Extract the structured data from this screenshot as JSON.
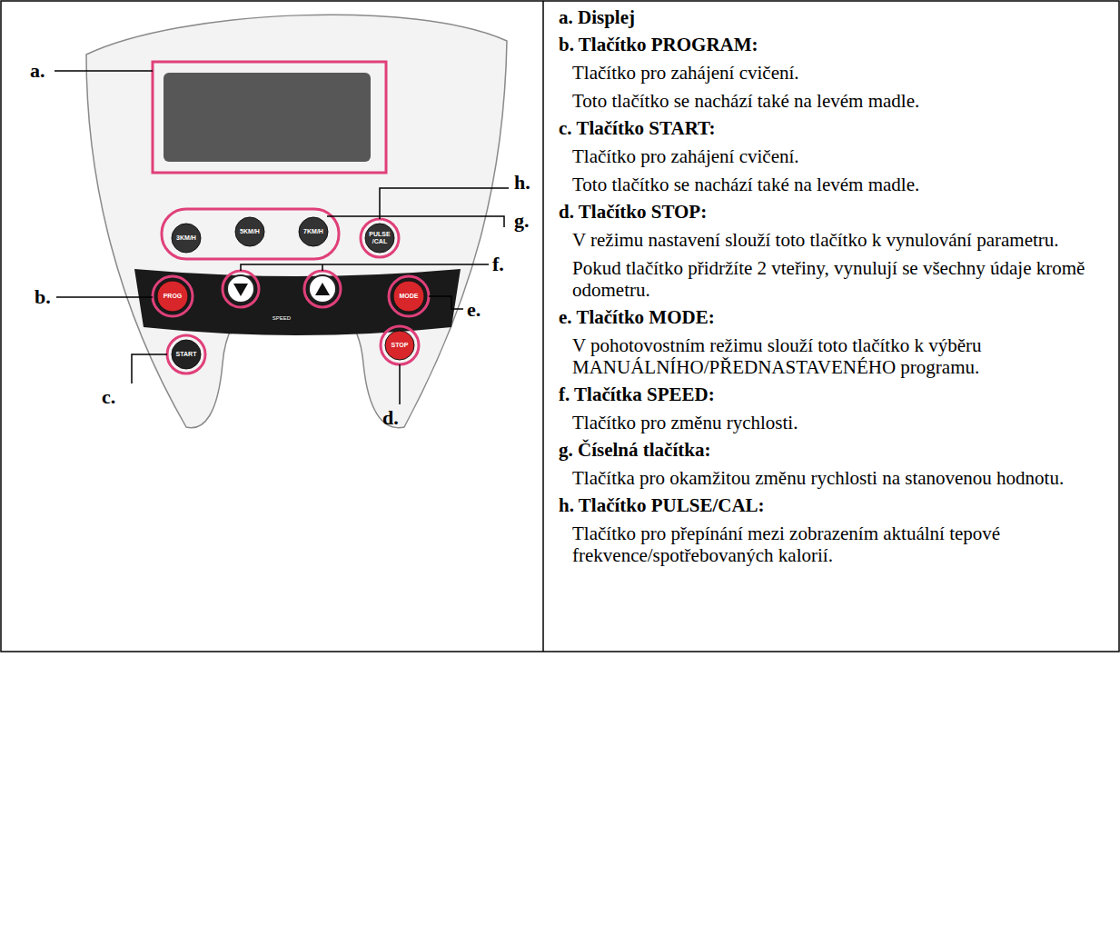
{
  "diagram": {
    "nodes": [
      {
        "text": [
          "3KM/H"
        ]
      },
      {
        "text": [
          "5KM/H"
        ]
      },
      {
        "text": [
          "7KM/H"
        ]
      },
      {
        "text": [
          "PULSE /CAL"
        ]
      },
      {
        "text": [
          "PROG"
        ]
      },
      {
        "text": [
          "MODE"
        ]
      },
      {
        "text": [
          "START"
        ]
      },
      {
        "text": [
          "STOP"
        ]
      }
    ],
    "labels": [
      "a.",
      "b.",
      "c.",
      "d.",
      "e.",
      "f.",
      "g.",
      "h.",
      "SPEED",
      "a. Displej",
      "b. Tlačítko PROGRAM:",
      "Tlačítko pro zahájení cvičení.",
      "Toto tlačítko se nachází také na levém madle.",
      "c. Tlačítko START:",
      "Tlačítko pro zahájení cvičení.",
      "Toto tlačítko se nachází také na levém madle.",
      "d. Tlačítko STOP:",
      "V režimu nastavení slouží toto tlačítko k vynulování parametru.",
      "Pokud tlačítko přidržíte 2 vteřiny, vynulují se všechny údaje kromě odometru.",
      "e. Tlačítko MODE:",
      "V pohotovostním režimu slouží toto tlačítko k výběru MANUÁLNÍHO/PŘEDNASTAVENÉHO programu.",
      "f. Tlačítka SPEED:",
      "Tlačítko pro změnu rychlosti.",
      "g. Číselná tlačítka:",
      "Tlačítka pro okamžitou změnu rychlosti na stanovenou hodnotu.",
      "h. Tlačítko PULSE/CAL:",
      "Tlačítko pro přepínání mezi zobrazením aktuální tepové frekvence/spotřebovaných kalorií."
    ]
  }
}
